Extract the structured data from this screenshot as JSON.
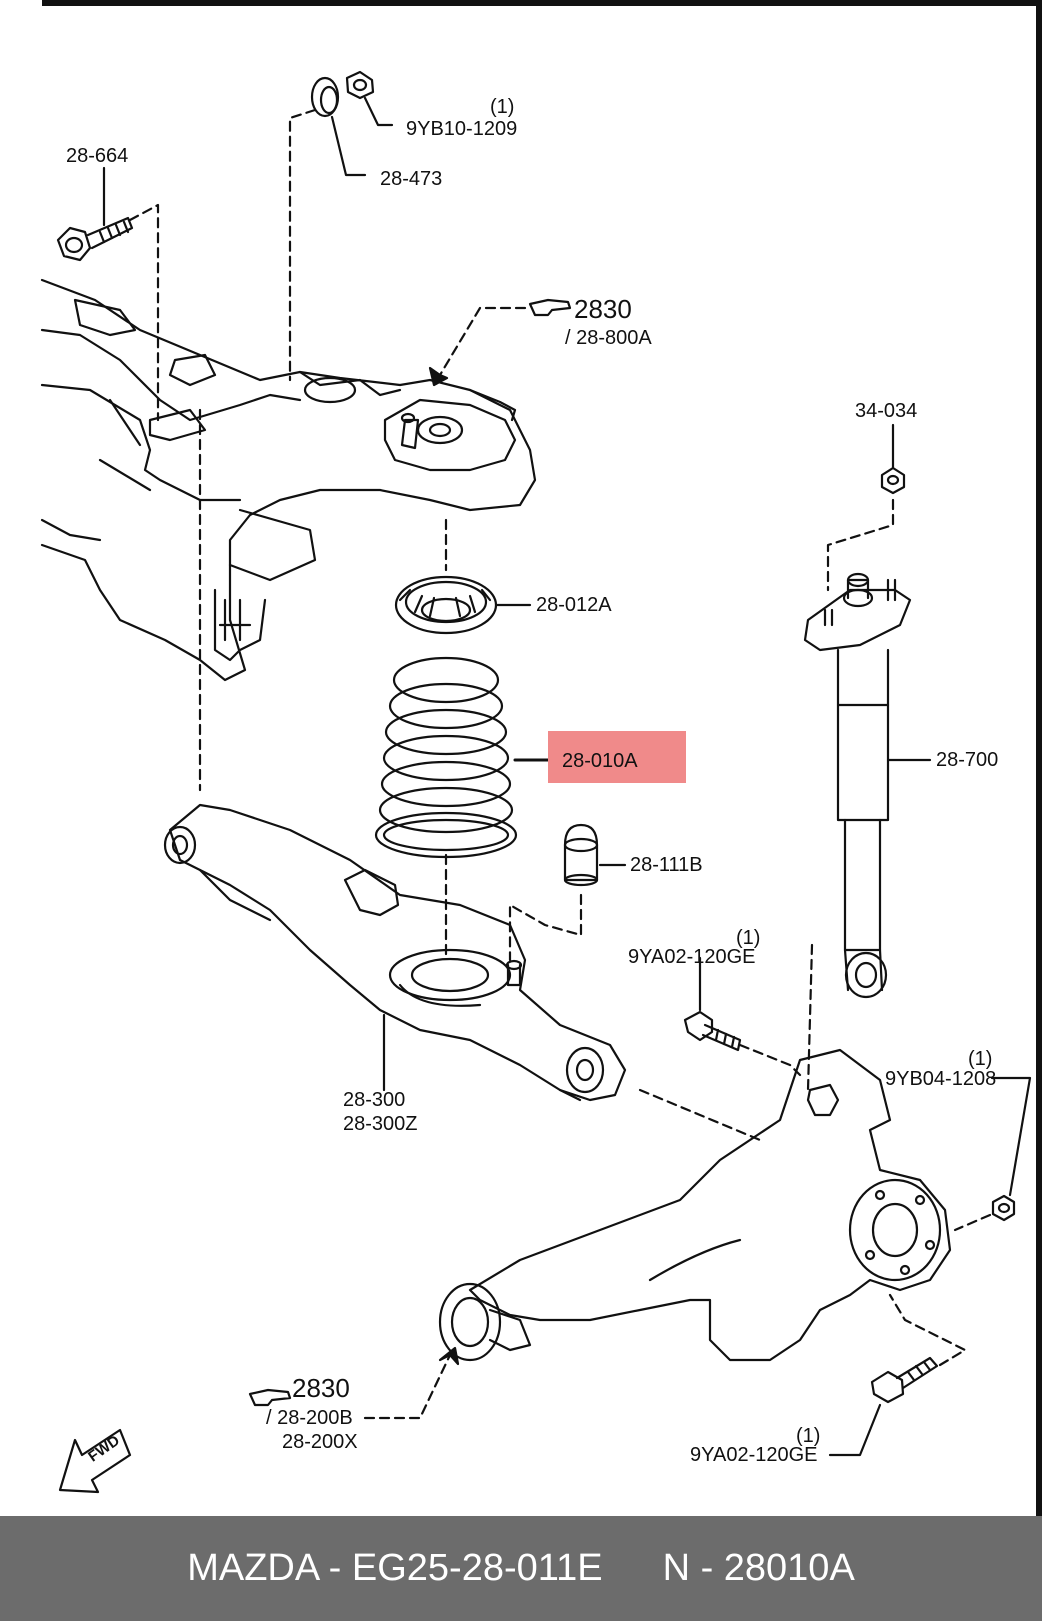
{
  "labels": {
    "l_9yb10": "9YB10-1209",
    "l_9yb10_qty": "(1)",
    "l_28_473": "28-473",
    "l_28_664": "28-664",
    "l_2830_top": "2830",
    "l_28_800a": "/ 28-800A",
    "l_34_034": "34-034",
    "l_28_012a": "28-012A",
    "l_28_010a": "28-010A",
    "l_28_700": "28-700",
    "l_28_111b": "28-111B",
    "l_9ya02_a": "9YA02-120GE",
    "l_9ya02_a_qty": "(1)",
    "l_28_300": "28-300",
    "l_28_300z": "28-300Z",
    "l_9yb04": "9YB04-1208",
    "l_9yb04_qty": "(1)",
    "l_2830_bot": "2830",
    "l_28_200b": "/ 28-200B",
    "l_28_200x": "28-200X",
    "l_9ya02_b": "9YA02-120GE",
    "l_9ya02_b_qty": "(1)",
    "fwd": "FWD"
  },
  "footer": {
    "brand_part": "MAZDA - EG25-28-011E",
    "ref_part": "N - 28010A"
  },
  "colors": {
    "highlight": "#f08a8a",
    "footer_bg": "#6c6c6c"
  }
}
